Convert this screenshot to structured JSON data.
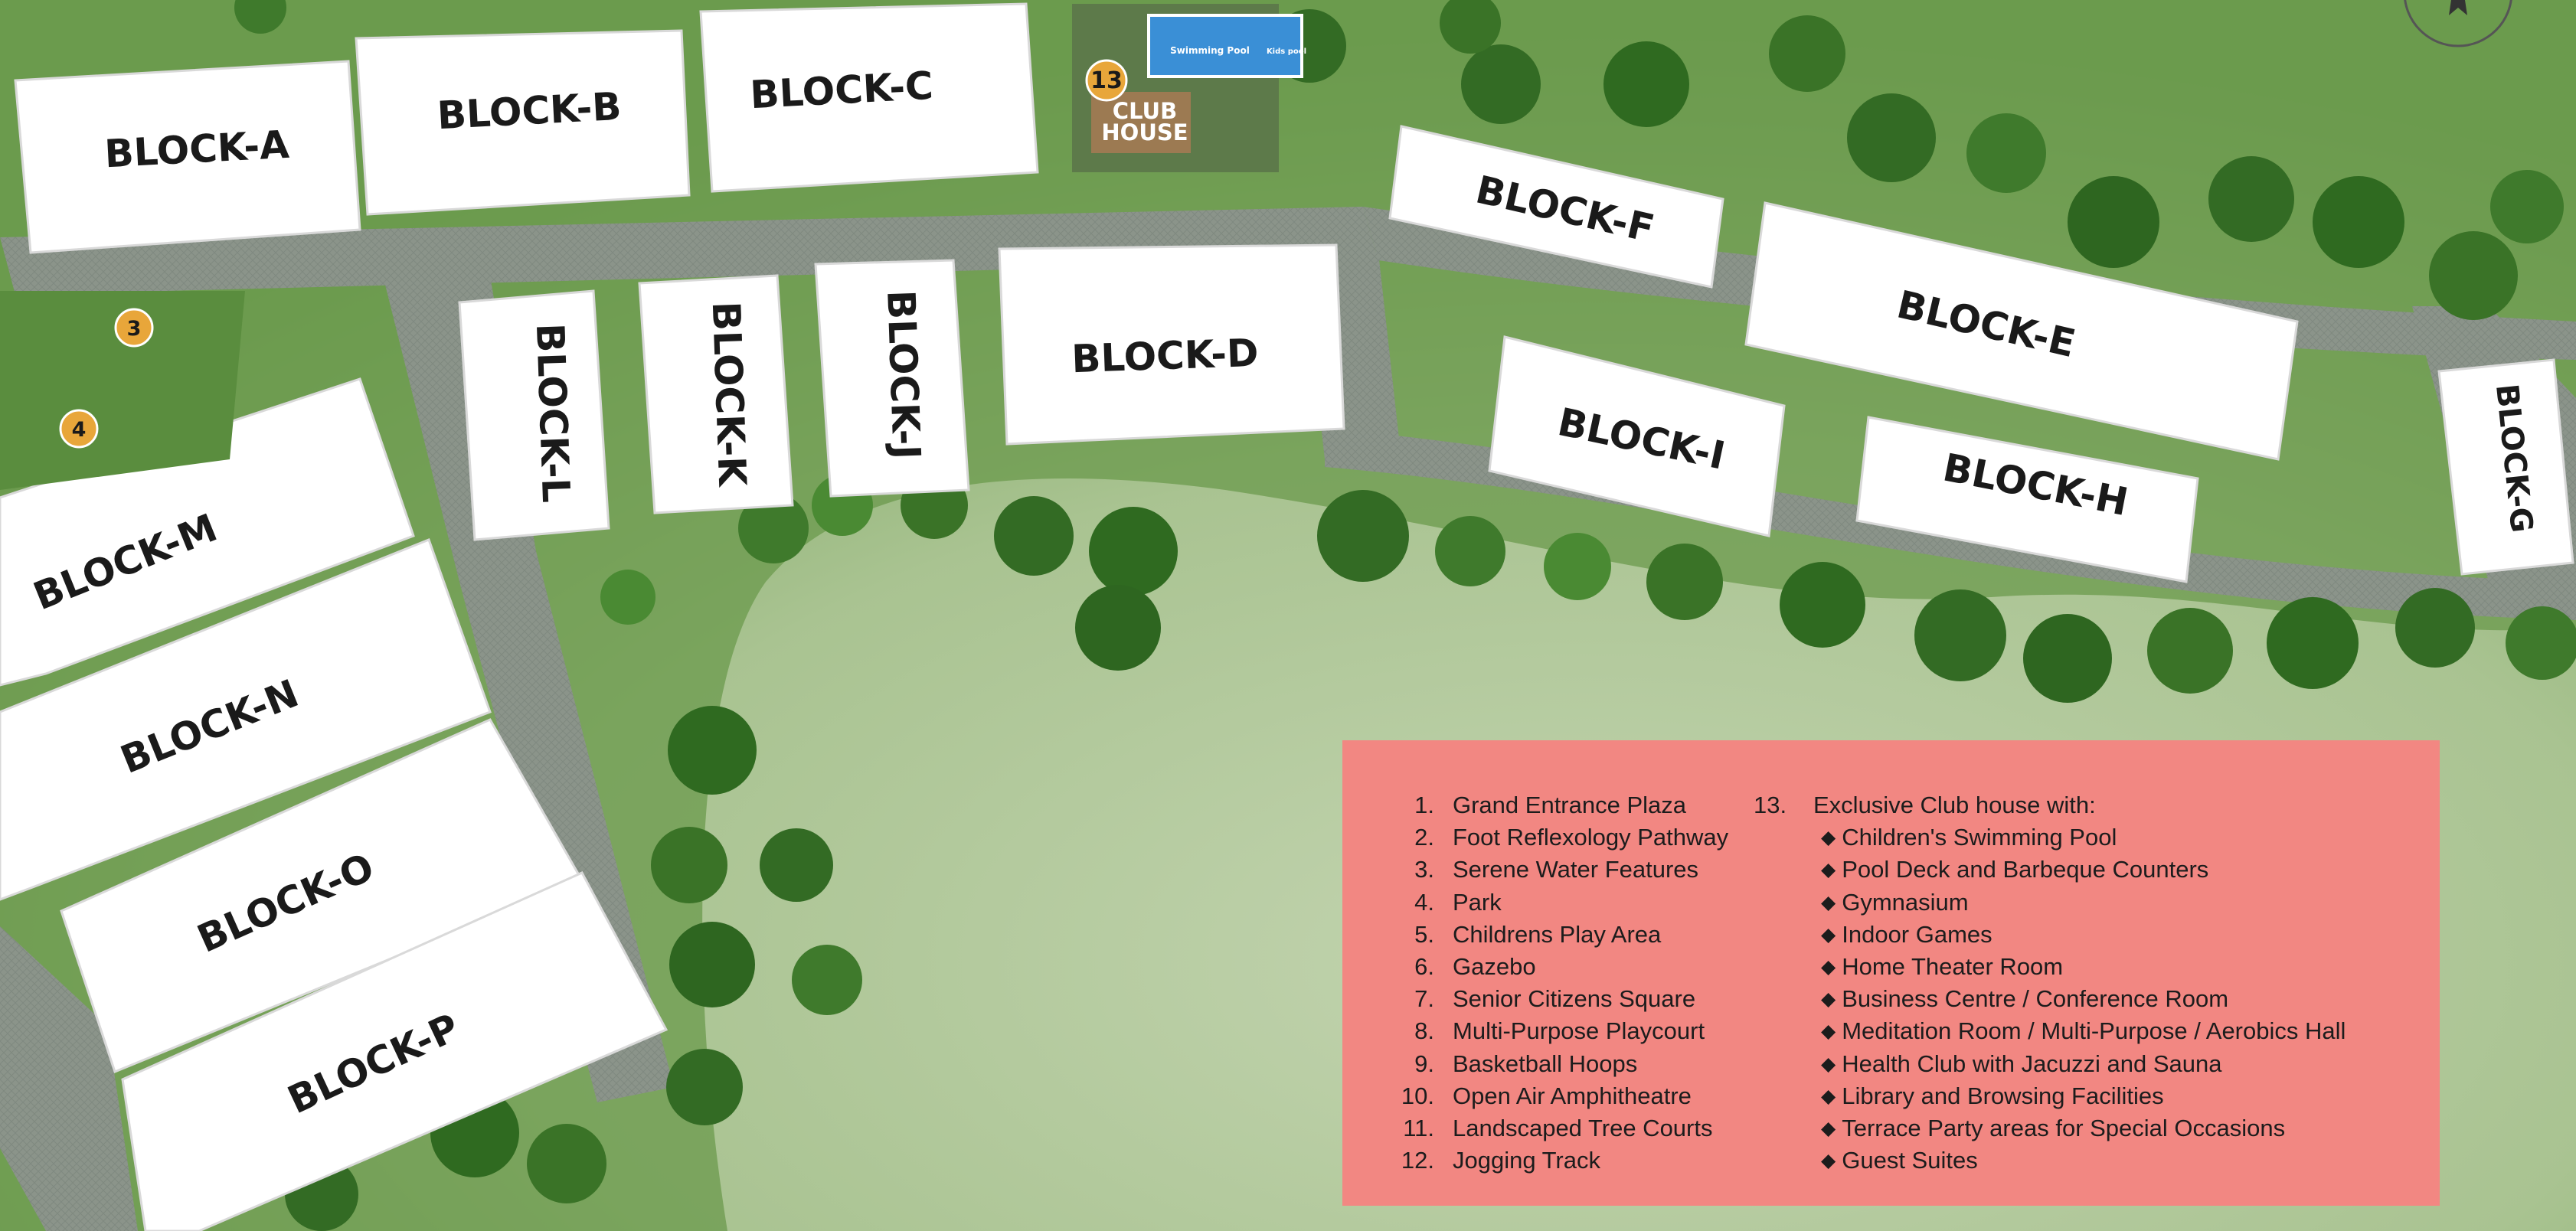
{
  "colors": {
    "grass_light": "#a5c18c",
    "grass_dark": "#4f8a34",
    "road": "#8a9385",
    "building": "#ffffff",
    "block_label": "#1a1a1a",
    "legend_bg": "#f28782",
    "marker_bg": "#e8a63a",
    "pool": "#3a8fd6"
  },
  "blocks": {
    "a": "BLOCK-A",
    "b": "BLOCK-B",
    "c": "BLOCK-C",
    "d": "BLOCK-D",
    "e": "BLOCK-E",
    "f": "BLOCK-F",
    "g": "BLOCK-G",
    "h": "BLOCK-H",
    "i": "BLOCK-I",
    "j": "BLOCK-J",
    "k": "BLOCK-K",
    "l": "BLOCK-L",
    "m": "BLOCK-M",
    "n": "BLOCK-N",
    "o": "BLOCK-O",
    "p": "BLOCK-P"
  },
  "club_house": {
    "number": "13",
    "label_line1": "CLUB",
    "label_line2": "HOUSE",
    "pool_label": "Swimming Pool",
    "kids_pool_label": "Kids pool"
  },
  "markers": {
    "m3": "3",
    "m4": "4"
  },
  "legend": {
    "items": [
      {
        "num": "1.",
        "label": "Grand Entrance Plaza"
      },
      {
        "num": "2.",
        "label": "Foot Reflexology Pathway"
      },
      {
        "num": "3.",
        "label": "Serene Water Features"
      },
      {
        "num": "4.",
        "label": "Park"
      },
      {
        "num": "5.",
        "label": "Childrens Play Area"
      },
      {
        "num": "6.",
        "label": "Gazebo"
      },
      {
        "num": "7.",
        "label": "Senior Citizens Square"
      },
      {
        "num": "8.",
        "label": "Multi-Purpose Playcourt"
      },
      {
        "num": "9.",
        "label": "Basketball Hoops"
      },
      {
        "num": "10.",
        "label": "Open Air Amphitheatre"
      },
      {
        "num": "11.",
        "label": "Landscaped Tree Courts"
      },
      {
        "num": "12.",
        "label": "Jogging Track"
      }
    ],
    "club_num": "13.",
    "club_title": "Exclusive Club house with:",
    "bullet": "◆",
    "club_items": [
      "Children's Swimming Pool",
      "Pool Deck and Barbeque Counters",
      "Gymnasium",
      "Indoor Games",
      "Home Theater Room",
      "Business Centre / Conference Room",
      "Meditation Room / Multi-Purpose / Aerobics Hall",
      "Health Club with Jacuzzi and Sauna",
      "Library and Browsing Facilities",
      "Terrace Party areas for Special Occasions",
      "Guest Suites"
    ]
  }
}
